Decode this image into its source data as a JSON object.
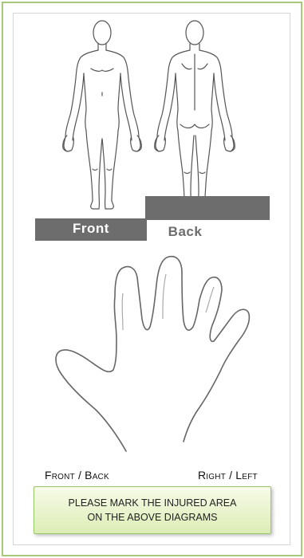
{
  "diagram": {
    "body_views": {
      "front_label": "Front",
      "back_label": "Back"
    },
    "hand_view": {
      "front_back_label": "Front / Back",
      "right_left_label": "Right / Left"
    },
    "instruction": {
      "line1": "PLEASE MARK THE INJURED AREA",
      "line2": "ON THE ABOVE DIAGRAMS"
    },
    "colors": {
      "panel_border": "#a9c97a",
      "tab_bar": "#6d6d6d",
      "front_label_color": "#ffffff",
      "back_label_color": "#6d6d6d",
      "note_fill_top": "#f7fbe9",
      "note_fill_bottom": "#dcedb5",
      "outline": "#555555"
    },
    "icons": [
      "front-body-outline",
      "back-body-outline",
      "hand-outline"
    ]
  }
}
